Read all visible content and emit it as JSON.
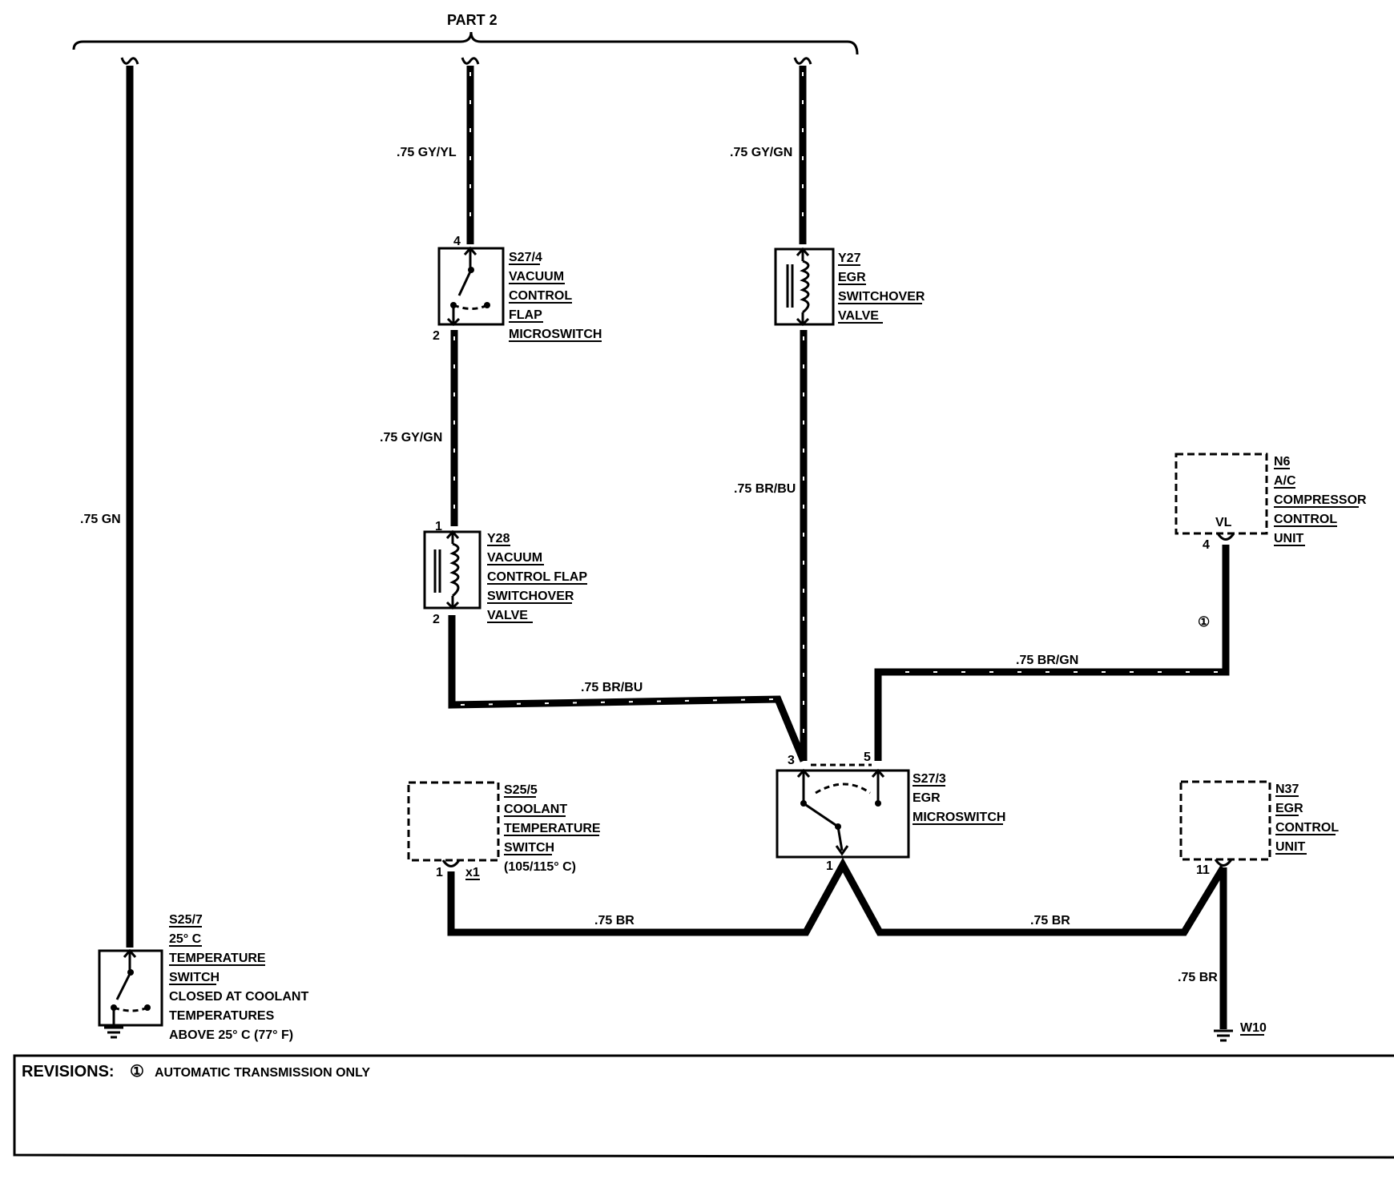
{
  "header": {
    "part": "PART 2"
  },
  "wires": {
    "gn_left": ".75 GN",
    "gy_yl": ".75 GY/YL",
    "gy_gn_top": ".75 GY/GN",
    "gy_gn_mid": ".75 GY/GN",
    "br_bu_vertical": ".75 BR/BU",
    "br_bu_horizontal": ".75 BR/BU",
    "br_gn": ".75 BR/GN",
    "br_left": ".75 BR",
    "br_right": ".75 BR",
    "br_vertical": ".75 BR"
  },
  "components": {
    "s27_4": {
      "id": "S27/4",
      "lines": [
        "VACUUM",
        "CONTROL",
        "FLAP",
        "MICROSWITCH"
      ],
      "pin_top": "4",
      "pin_bottom": "2"
    },
    "y27": {
      "id": "Y27",
      "lines": [
        "EGR",
        "SWITCHOVER",
        "VALVE"
      ]
    },
    "y28": {
      "id": "Y28",
      "lines": [
        "VACUUM",
        "CONTROL FLAP",
        "SWITCHOVER",
        "VALVE"
      ],
      "pin_top": "1",
      "pin_bottom": "2"
    },
    "n6": {
      "id": "N6",
      "lines": [
        "A/C",
        "COMPRESSOR",
        "CONTROL",
        "UNIT"
      ],
      "pin": "4",
      "inner": "VL"
    },
    "s27_3": {
      "id": "S27/3",
      "lines": [
        "EGR",
        "MICROSWITCH"
      ],
      "pin_a": "3",
      "pin_b": "5",
      "pin_c": "1"
    },
    "s25_5": {
      "id": "S25/5",
      "lines": [
        "COOLANT",
        "TEMPERATURE",
        "SWITCH"
      ],
      "note": "(105/115° C)",
      "pin": "1",
      "connector": "x1"
    },
    "n37": {
      "id": "N37",
      "lines": [
        "EGR",
        "CONTROL",
        "UNIT"
      ],
      "pin": "11"
    },
    "s25_7": {
      "id": "S25/7",
      "lines": [
        "25° C",
        "TEMPERATURE",
        "SWITCH"
      ],
      "notes": [
        "CLOSED AT COOLANT",
        "TEMPERATURES",
        "ABOVE 25° C (77° F)"
      ]
    },
    "ground": {
      "id": "W10"
    }
  },
  "revision_marker": "①",
  "revisions": {
    "label": "REVISIONS:",
    "marker": "①",
    "note": "AUTOMATIC TRANSMISSION ONLY"
  }
}
